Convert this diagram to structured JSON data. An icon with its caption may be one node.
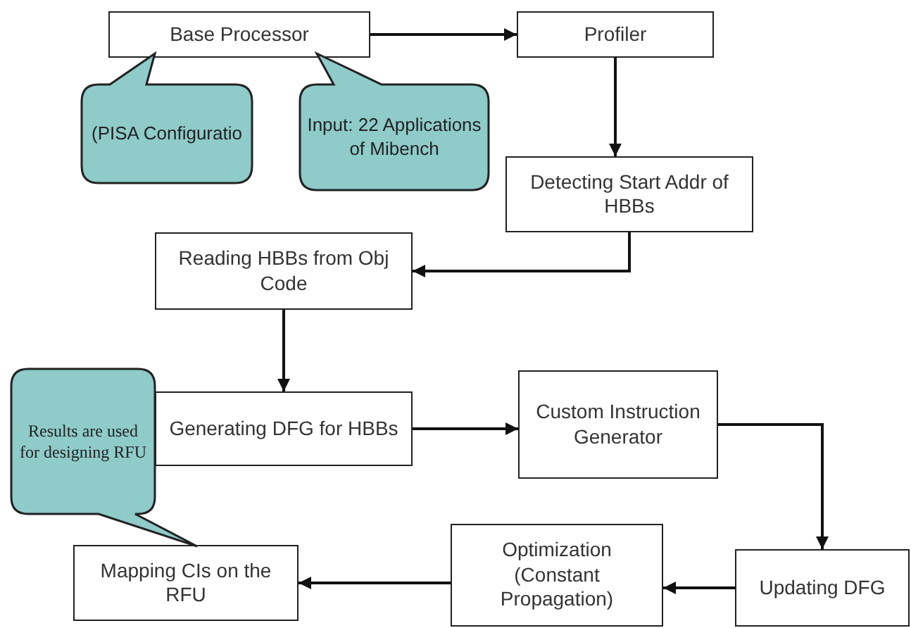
{
  "diagram": {
    "nodes": [
      {
        "text": [
          "Base Processor"
        ]
      },
      {
        "text": [
          "Profiler"
        ]
      },
      {
        "text": [
          "(PISA Configuratio"
        ]
      },
      {
        "text": [
          "Input: 22 Applications of Mibench"
        ]
      },
      {
        "text": [
          "Detecting Start Addr of HBBs"
        ]
      },
      {
        "text": [
          "Reading HBBs from Obj Code"
        ]
      },
      {
        "text": [
          "Results are used for designing RFU"
        ]
      },
      {
        "text": [
          "Generating DFG for HBBs"
        ]
      },
      {
        "text": [
          "Custom Instruction Generator"
        ]
      },
      {
        "text": [
          "Mapping CIs on the RFU"
        ]
      },
      {
        "text": [
          "Optimization (Constant Propagation)"
        ]
      },
      {
        "text": [
          "Updating DFG"
        ]
      }
    ],
    "edges": [
      {
        "from": 0,
        "to": 1,
        "arrow": "to"
      },
      {
        "from": 1,
        "to": 4,
        "arrow": "to"
      },
      {
        "from": 4,
        "to": 5,
        "arrow": "to"
      },
      {
        "from": 5,
        "to": 7,
        "arrow": "to"
      },
      {
        "from": 7,
        "to": 8,
        "arrow": "to"
      },
      {
        "from": 8,
        "to": 11,
        "arrow": "to"
      },
      {
        "from": 11,
        "to": 10,
        "arrow": "to"
      },
      {
        "from": 10,
        "to": 9,
        "arrow": "to"
      }
    ]
  }
}
